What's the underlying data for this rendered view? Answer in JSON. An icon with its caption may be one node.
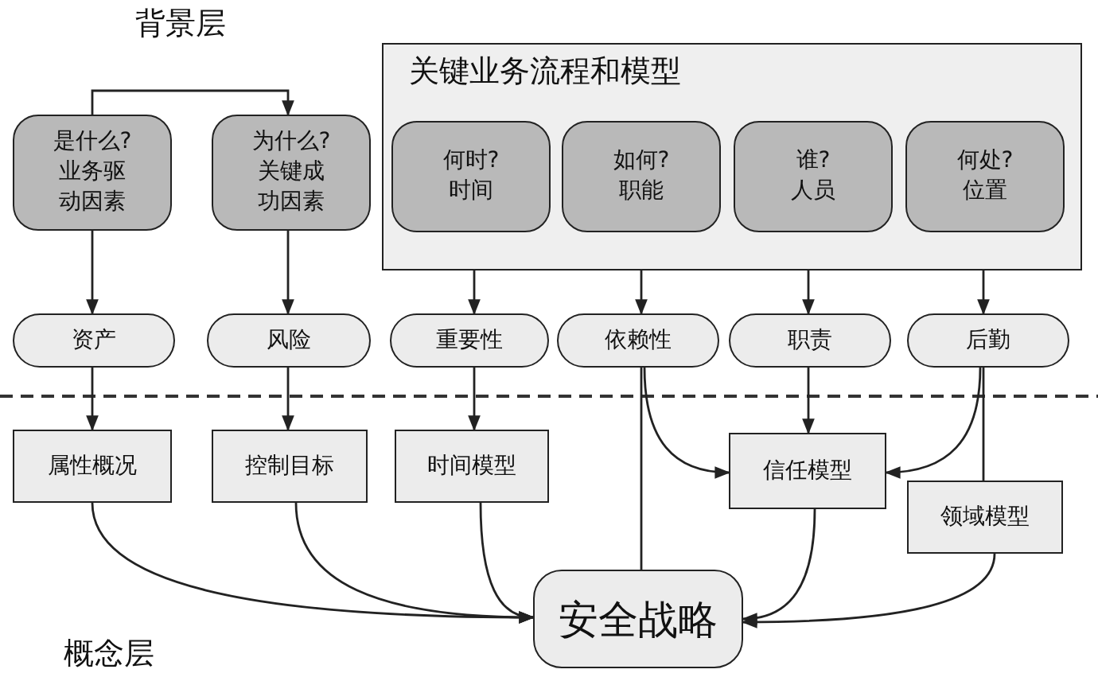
{
  "diagram": {
    "nodes": [
      {
        "text": [
          "是什么?",
          "业务驱动因素"
        ]
      },
      {
        "text": [
          "为什么?",
          "关键成功因素"
        ]
      },
      {
        "text": [
          "关键业务流程和模型"
        ]
      },
      {
        "text": [
          "何时?",
          "时间"
        ],
        "in": 2
      },
      {
        "text": [
          "如何?",
          "职能"
        ],
        "in": 2
      },
      {
        "text": [
          "谁?",
          "人员"
        ],
        "in": 2
      },
      {
        "text": [
          "何处?",
          "位置"
        ],
        "in": 2
      },
      {
        "text": [
          "资产"
        ]
      },
      {
        "text": [
          "风险"
        ]
      },
      {
        "text": [
          "重要性"
        ]
      },
      {
        "text": [
          "依赖性"
        ]
      },
      {
        "text": [
          "职责"
        ]
      },
      {
        "text": [
          "后勤"
        ]
      },
      {
        "text": [
          "属性概况"
        ]
      },
      {
        "text": [
          "控制目标"
        ]
      },
      {
        "text": [
          "时间模型"
        ]
      },
      {
        "text": [
          "信任模型"
        ]
      },
      {
        "text": [
          "领域模型"
        ]
      },
      {
        "text": [
          "安全战略"
        ]
      }
    ],
    "edges": [
      {
        "from": 0,
        "to": 1,
        "arrow": "to"
      },
      {
        "from": 0,
        "to": 7,
        "arrow": "to"
      },
      {
        "from": 1,
        "to": 8,
        "arrow": "to"
      },
      {
        "from": 2,
        "to": 9,
        "arrow": "to"
      },
      {
        "from": 2,
        "to": 10,
        "arrow": "to"
      },
      {
        "from": 2,
        "to": 11,
        "arrow": "to"
      },
      {
        "from": 2,
        "to": 12,
        "arrow": "to"
      },
      {
        "from": 7,
        "to": 13,
        "arrow": "to"
      },
      {
        "from": 8,
        "to": 14,
        "arrow": "to"
      },
      {
        "from": 9,
        "to": 15,
        "arrow": "to"
      },
      {
        "from": 10,
        "to": 16,
        "arrow": "to"
      },
      {
        "from": 10,
        "to": 18,
        "arrow": "none"
      },
      {
        "from": 11,
        "to": 16,
        "arrow": "to"
      },
      {
        "from": 12,
        "to": 16,
        "arrow": "to"
      },
      {
        "from": 12,
        "to": 17,
        "arrow": "none"
      },
      {
        "from": 13,
        "to": 18,
        "arrow": "to"
      },
      {
        "from": 14,
        "to": 18,
        "arrow": "to"
      },
      {
        "from": 15,
        "to": 18,
        "arrow": "to"
      },
      {
        "from": 16,
        "to": 18,
        "arrow": "to"
      },
      {
        "from": 17,
        "to": 18,
        "arrow": "to"
      }
    ],
    "labels": [
      "背景层",
      "概念层"
    ]
  }
}
